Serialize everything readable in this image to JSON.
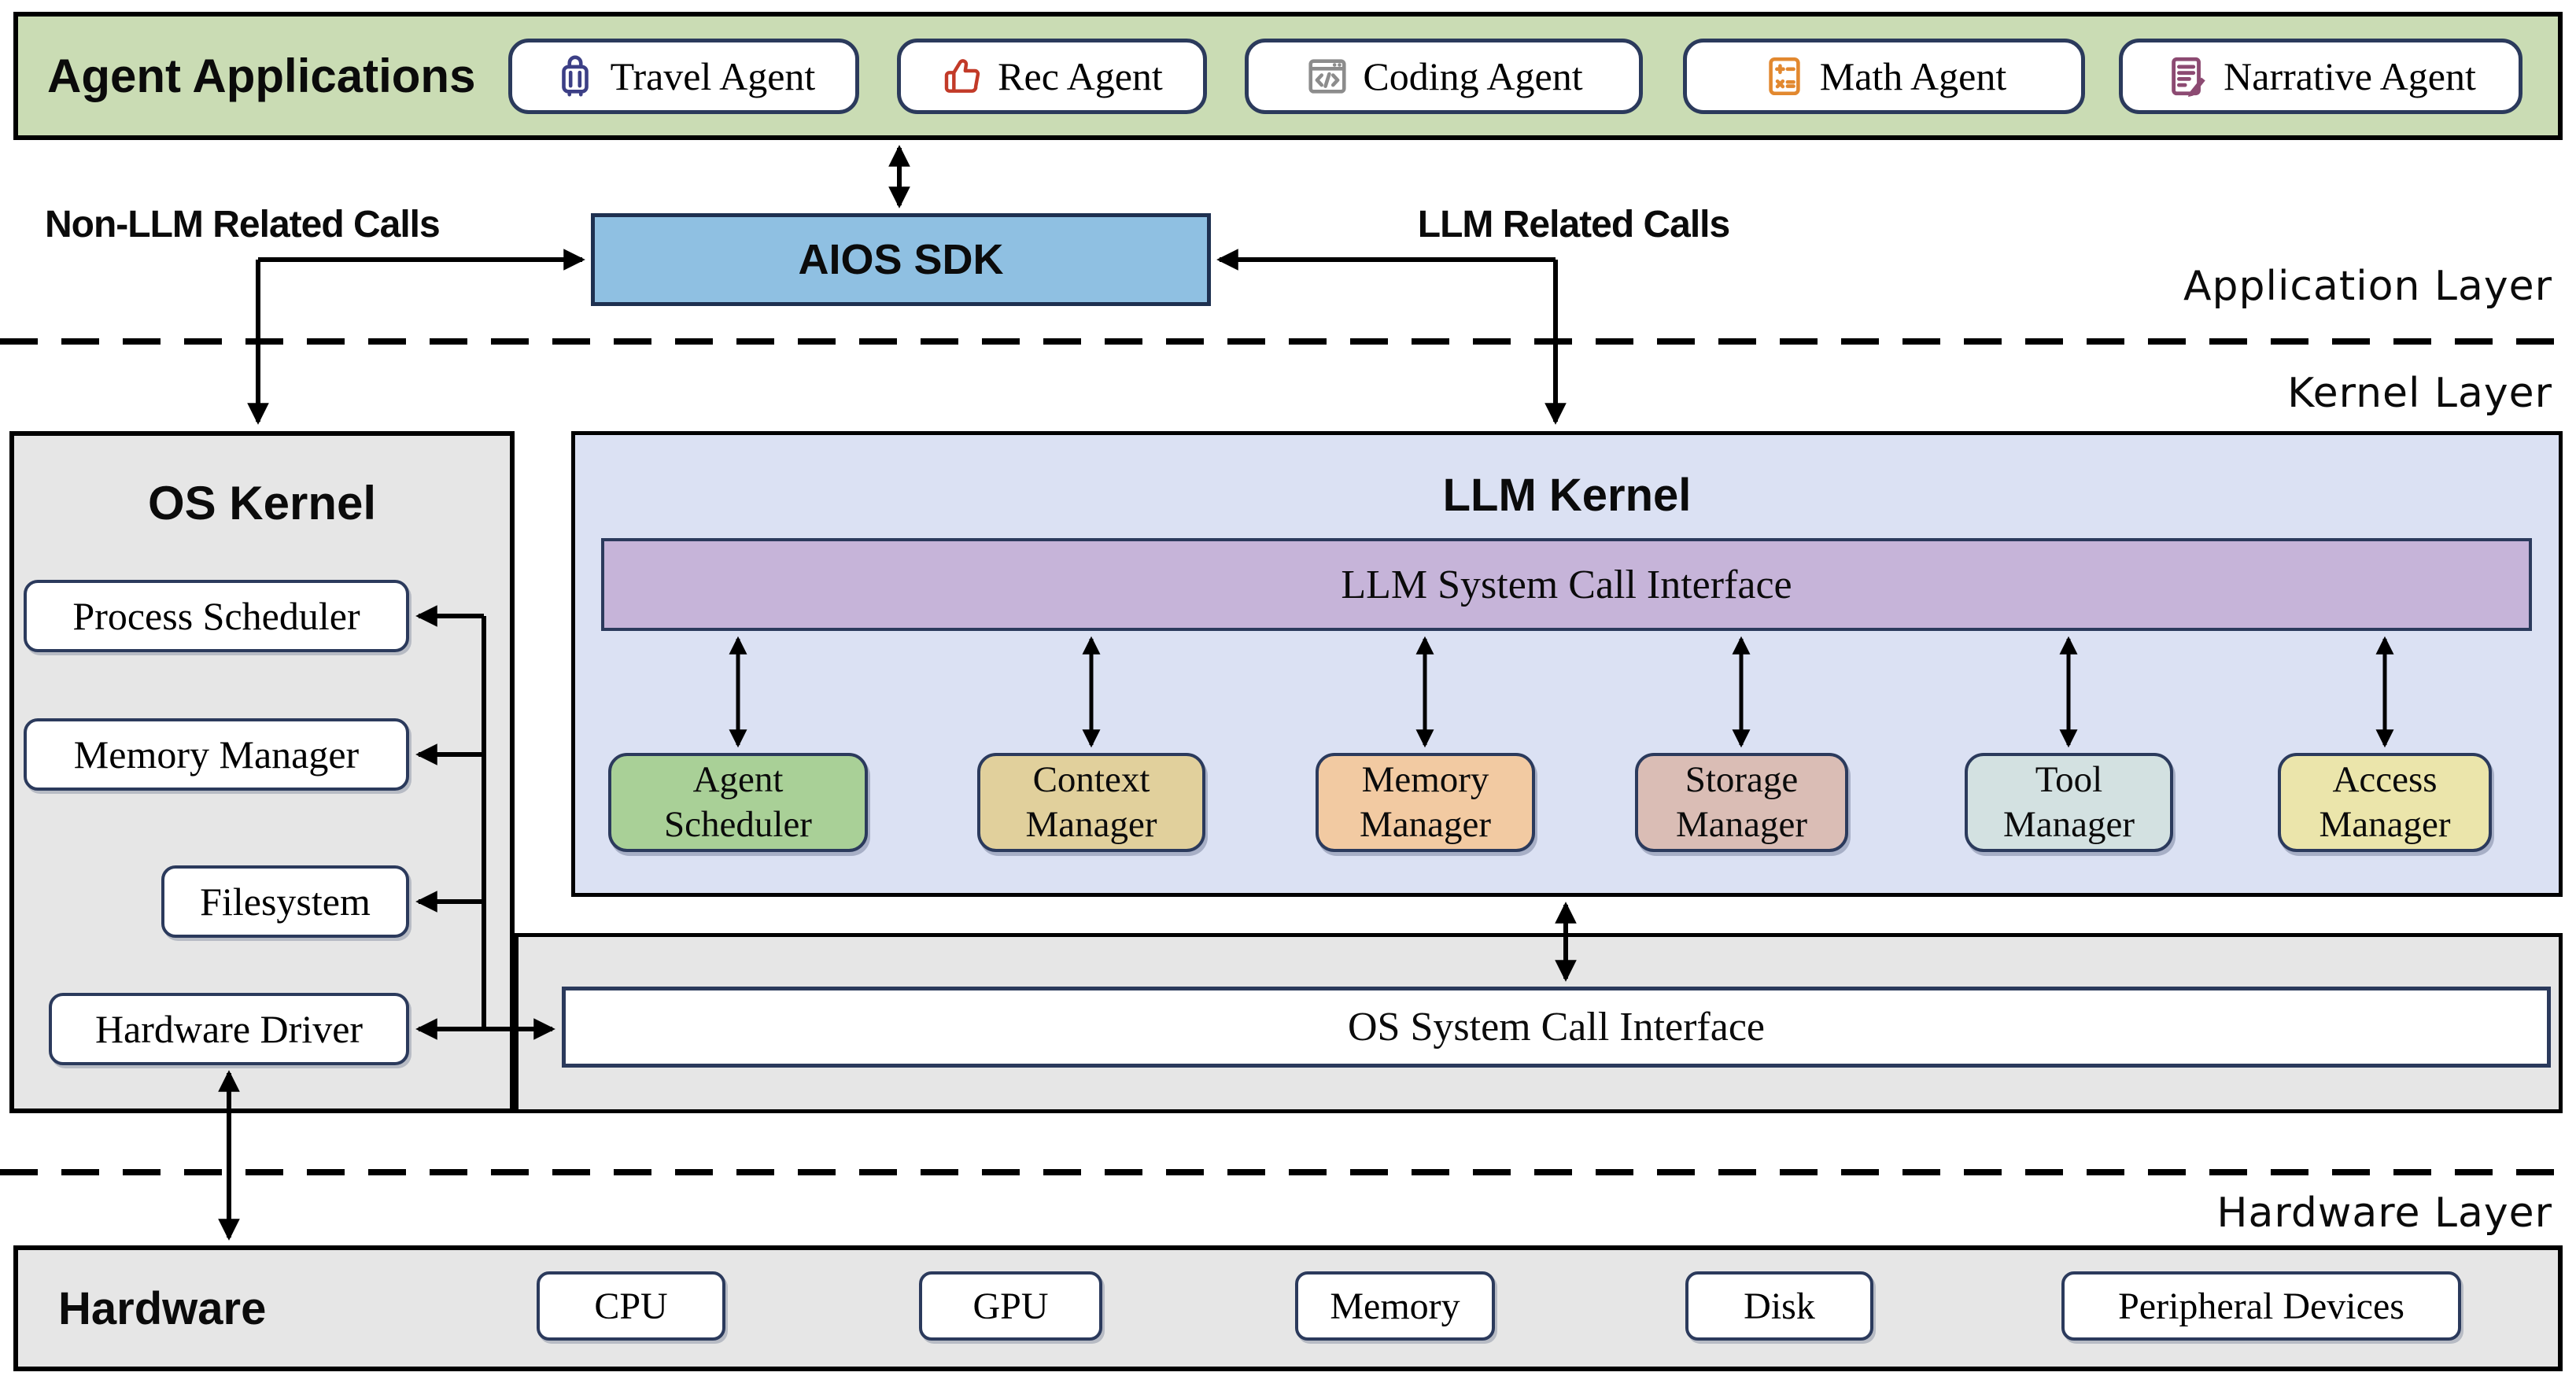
{
  "agent_applications": {
    "title": "Agent Applications",
    "items": [
      {
        "label": "Travel Agent",
        "icon": "luggage-icon",
        "icon_color": "#3c3f86"
      },
      {
        "label": "Rec Agent",
        "icon": "thumbs-up-icon",
        "icon_color": "#c23a28"
      },
      {
        "label": "Coding Agent",
        "icon": "code-window-icon",
        "icon_color": "#8c8c8c"
      },
      {
        "label": "Math Agent",
        "icon": "calculator-icon",
        "icon_color": "#e2882f"
      },
      {
        "label": "Narrative Agent",
        "icon": "document-pen-icon",
        "icon_color": "#8c4a72"
      }
    ]
  },
  "sdk": {
    "label": "AIOS SDK"
  },
  "calls": {
    "non_llm": "Non-LLM Related Calls",
    "llm": "LLM Related Calls"
  },
  "layers": {
    "application": "Application Layer",
    "kernel": "Kernel Layer",
    "hardware": "Hardware Layer"
  },
  "os_kernel": {
    "title": "OS Kernel",
    "items": [
      "Process Scheduler",
      "Memory Manager",
      "Filesystem",
      "Hardware Driver"
    ]
  },
  "llm_kernel": {
    "title": "LLM Kernel",
    "interface_label": "LLM System Call Interface",
    "managers": [
      {
        "label": "Agent Scheduler",
        "fill": "#a9d097"
      },
      {
        "label": "Context Manager",
        "fill": "#e1d09c"
      },
      {
        "label": "Memory Manager",
        "fill": "#f2caa2"
      },
      {
        "label": "Storage Manager",
        "fill": "#dabdb5"
      },
      {
        "label": "Tool Manager",
        "fill": "#d3e1e1"
      },
      {
        "label": "Access Manager",
        "fill": "#ebe5ab"
      }
    ]
  },
  "os_syscall": {
    "label": "OS System Call Interface"
  },
  "hardware": {
    "title": "Hardware",
    "items": [
      "CPU",
      "GPU",
      "Memory",
      "Disk",
      "Peripheral Devices"
    ]
  },
  "colors": {
    "agent_bar_bg": "#cadcb4",
    "sdk_bg": "#8fc0e2",
    "llm_kernel_bg": "#dbe1f3",
    "llm_interface_bg": "#c6b4d9",
    "gray_region_bg": "#e6e6e6",
    "item_border_navy": "#2b3a5c",
    "line_black": "#000000"
  }
}
